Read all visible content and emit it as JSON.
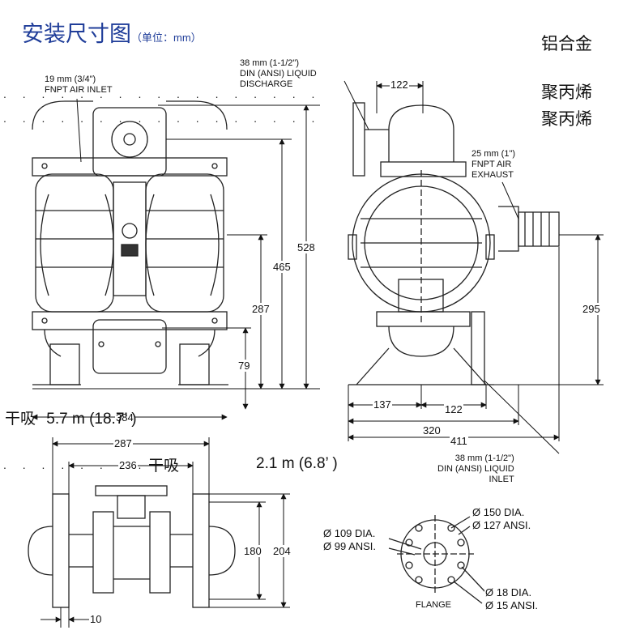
{
  "header": {
    "title": "安装尺寸图",
    "unit": "（单位：mm）"
  },
  "materials": [
    "铝合金",
    "聚丙烯",
    "聚丙烯"
  ],
  "dotted_leader": ". . . . . . . . . . . . . . . . .",
  "front_view": {
    "air_inlet": "19 mm (3/4\")\nFNPT AIR INLET",
    "dims": {
      "d528": "528",
      "d465": "465",
      "d287": "287",
      "d79": "79",
      "d384": "384"
    }
  },
  "side_view": {
    "discharge": "38 mm (1-1/2\")\nDIN (ANSI) LIQUID\nDISCHARGE",
    "exhaust": "25 mm (1\")\nFNPT AIR\nEXHAUST",
    "inlet": "38 mm (1-1/2\")\nDIN (ANSI) LIQUID\nINLET",
    "dims": {
      "d122_top": "122",
      "d295": "295",
      "d137": "137",
      "d122_bottom": "122",
      "d320": "320",
      "d411": "411"
    }
  },
  "bottom_view": {
    "dims": {
      "d287": "287",
      "d236": "236",
      "d180": "180",
      "d204": "204",
      "d10": "10"
    }
  },
  "flange": {
    "d150": "Ø 150 DIA.",
    "d127": "Ø 127 ANSI.",
    "d109": "Ø 109 DIA.",
    "d99": "Ø 99 ANSI.",
    "d18": "Ø 18 DIA.",
    "d15": "Ø 15 ANSI.",
    "label": "FLANGE"
  },
  "suction": {
    "dry_label_1": "干吸",
    "dry_value_1": "5.7 m (18.7’ )",
    "dry_label_2": "干吸",
    "dry_value_2": "2.1 m (6.8’ )"
  }
}
